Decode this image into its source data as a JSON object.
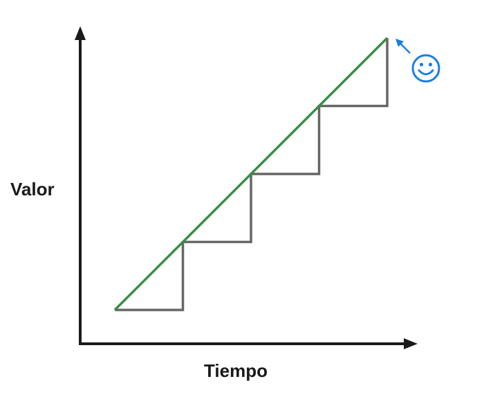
{
  "chart_data": {
    "type": "line",
    "xlabel": "Tiempo",
    "ylabel": "Valor",
    "grid": false,
    "series": [
      {
        "style": "step",
        "color": "#666666",
        "x": [
          0,
          1,
          1,
          2,
          2,
          3,
          3,
          4,
          4
        ],
        "y": [
          0,
          0,
          1,
          1,
          2,
          2,
          3,
          3,
          4
        ]
      },
      {
        "style": "linear",
        "color": "#3a8d45",
        "x": [
          0,
          4
        ],
        "y": [
          0,
          4
        ]
      }
    ],
    "annotation": {
      "icon": "smiley-face-icon",
      "color": "#1a7fe0",
      "points_to": [
        4,
        4
      ]
    }
  },
  "colors": {
    "axis": "#1a1a1a",
    "step_line": "#666666",
    "trend_line": "#3a8d45",
    "smiley": "#1a7fe0"
  }
}
